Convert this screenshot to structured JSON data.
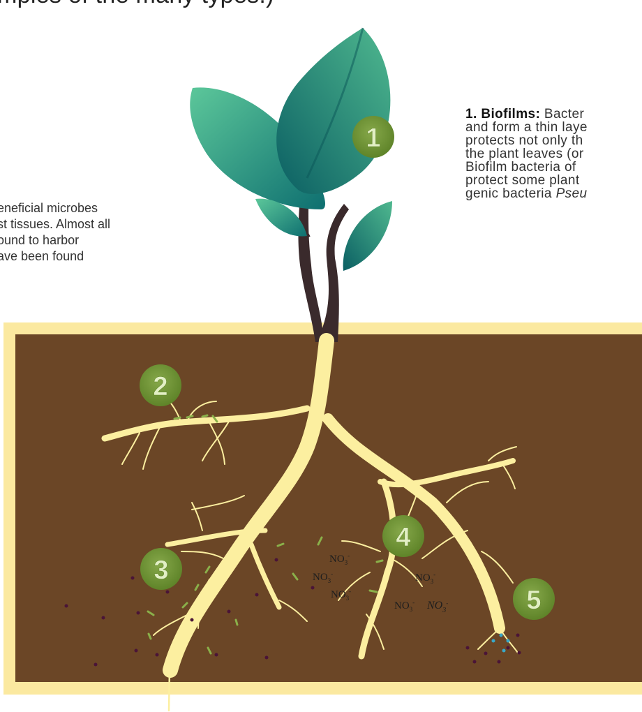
{
  "top_caption": "mples of the many types.)",
  "left_text": [
    "eneficial microbes",
    "st tissues. Almost all",
    "ound to harbor",
    "ave been found"
  ],
  "right_text": {
    "heading": "1. Biofilms:",
    "line1_rest": " Bacter",
    "lines": [
      "and form a thin laye",
      "protects not only th",
      "the plant leaves (or",
      "Biofilm bacteria of",
      "protect some plant"
    ],
    "last_line_plain": "genic bacteria ",
    "last_line_italic": "Pseu"
  },
  "markers": [
    "1",
    "2",
    "3",
    "4",
    "5"
  ],
  "nitrate_labels": [
    "NO3-",
    "NO3-",
    "NO3-",
    "NO3-",
    "NO3-",
    "NO3-"
  ],
  "colors": {
    "soil": "#6b4626",
    "soil_border": "#fbe9a0",
    "root": "#fcefa0",
    "stem": "#3a2a2c",
    "leaf_dark": "#0e7d76",
    "leaf_light": "#5cc79a",
    "marker": "#6f9433",
    "marker_text": "#e2efc5",
    "bacteria_green": "#8ab04a",
    "soil_particle": "#4a1437",
    "blue_dot": "#39a8c8"
  }
}
